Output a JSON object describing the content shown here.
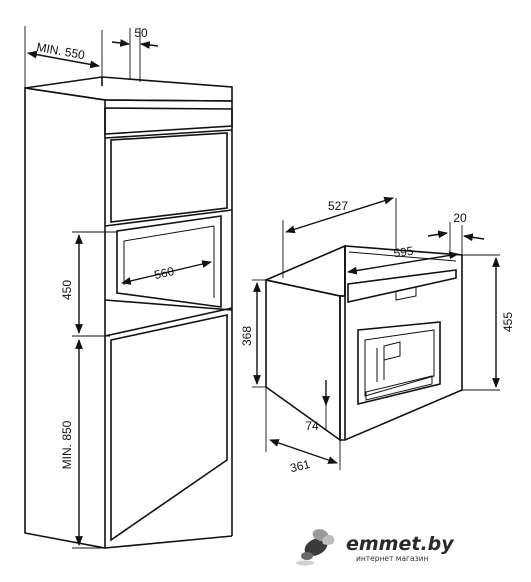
{
  "dimensions": {
    "min_depth": "MIN. 550",
    "gap_50": "50",
    "niche_height": "450",
    "niche_width": "560",
    "min_base_height": "MIN. 850",
    "appliance_depth": "527",
    "front_thickness": "20",
    "front_width": "595",
    "front_height": "455",
    "body_height": "368",
    "offset_74": "74",
    "body_depth": "361"
  },
  "watermark": {
    "brand": "emmet.by",
    "tagline": "интернет магазин"
  }
}
